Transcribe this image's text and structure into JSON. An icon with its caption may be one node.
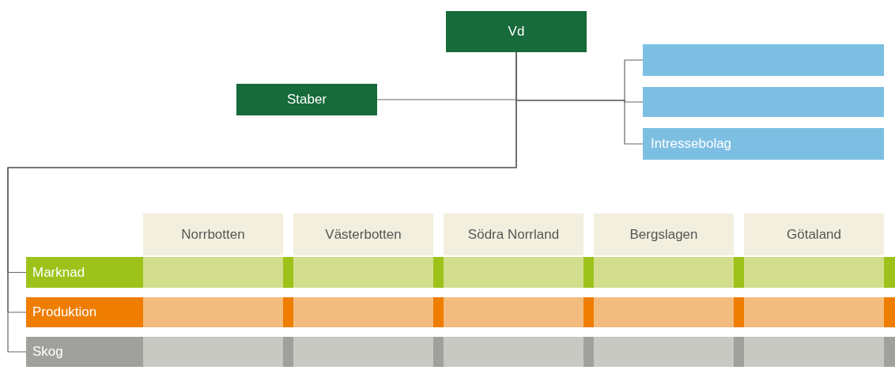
{
  "diagram": {
    "nodes": [
      {
        "text": [
          "Vd"
        ]
      },
      {
        "text": [
          "Staber"
        ]
      },
      {
        "text": [],
        "shape": "box"
      },
      {
        "text": [],
        "shape": "box"
      },
      {
        "text": [
          "Intressebolag"
        ]
      },
      {
        "text": [
          "Norrbotten"
        ]
      },
      {
        "text": [
          "Västerbotten"
        ]
      },
      {
        "text": [
          "Södra Norrland"
        ]
      },
      {
        "text": [
          "Bergslagen"
        ]
      },
      {
        "text": [
          "Götaland"
        ]
      },
      {
        "text": [
          "Marknad"
        ]
      },
      {
        "text": [
          "Produktion"
        ]
      },
      {
        "text": [
          "Skog"
        ]
      }
    ],
    "edges": [
      {
        "from": 0,
        "to": 1,
        "arrow": "none"
      },
      {
        "from": 0,
        "to": 2,
        "arrow": "none"
      },
      {
        "from": 0,
        "to": 3,
        "arrow": "none"
      },
      {
        "from": 0,
        "to": 4,
        "arrow": "none"
      },
      {
        "from": 0,
        "to": 10,
        "arrow": "none"
      },
      {
        "from": 0,
        "to": 11,
        "arrow": "none"
      },
      {
        "from": 0,
        "to": 12,
        "arrow": "none"
      }
    ]
  }
}
